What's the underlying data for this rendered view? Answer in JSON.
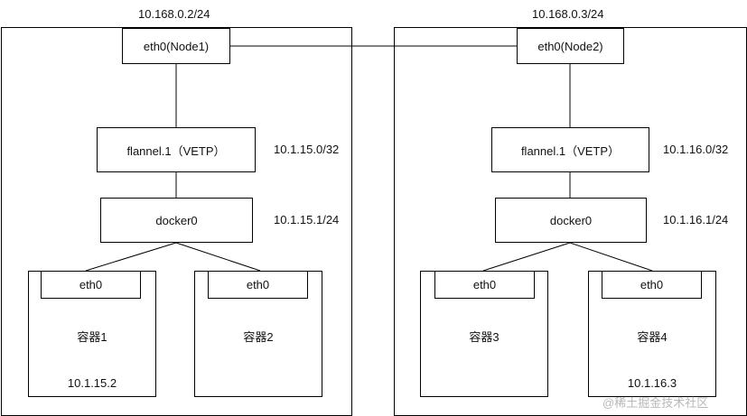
{
  "node1": {
    "host_ip": "10.168.0.2/24",
    "eth0": "eth0(Node1)",
    "flannel": "flannel.1（VETP）",
    "flannel_ip": "10.1.15.0/32",
    "docker": "docker0",
    "docker_ip": "10.1.15.1/24",
    "containers": [
      {
        "eth": "eth0",
        "name": "容器1",
        "ip": "10.1.15.2"
      },
      {
        "eth": "eth0",
        "name": "容器2",
        "ip": ""
      }
    ]
  },
  "node2": {
    "host_ip": "10.168.0.3/24",
    "eth0": "eth0(Node2)",
    "flannel": "flannel.1（VETP）",
    "flannel_ip": "10.1.16.0/32",
    "docker": "docker0",
    "docker_ip": "10.1.16.1/24",
    "containers": [
      {
        "eth": "eth0",
        "name": "容器3",
        "ip": ""
      },
      {
        "eth": "eth0",
        "name": "容器4",
        "ip": "10.1.16.3"
      }
    ]
  },
  "watermark": "@稀土掘金技术社区"
}
